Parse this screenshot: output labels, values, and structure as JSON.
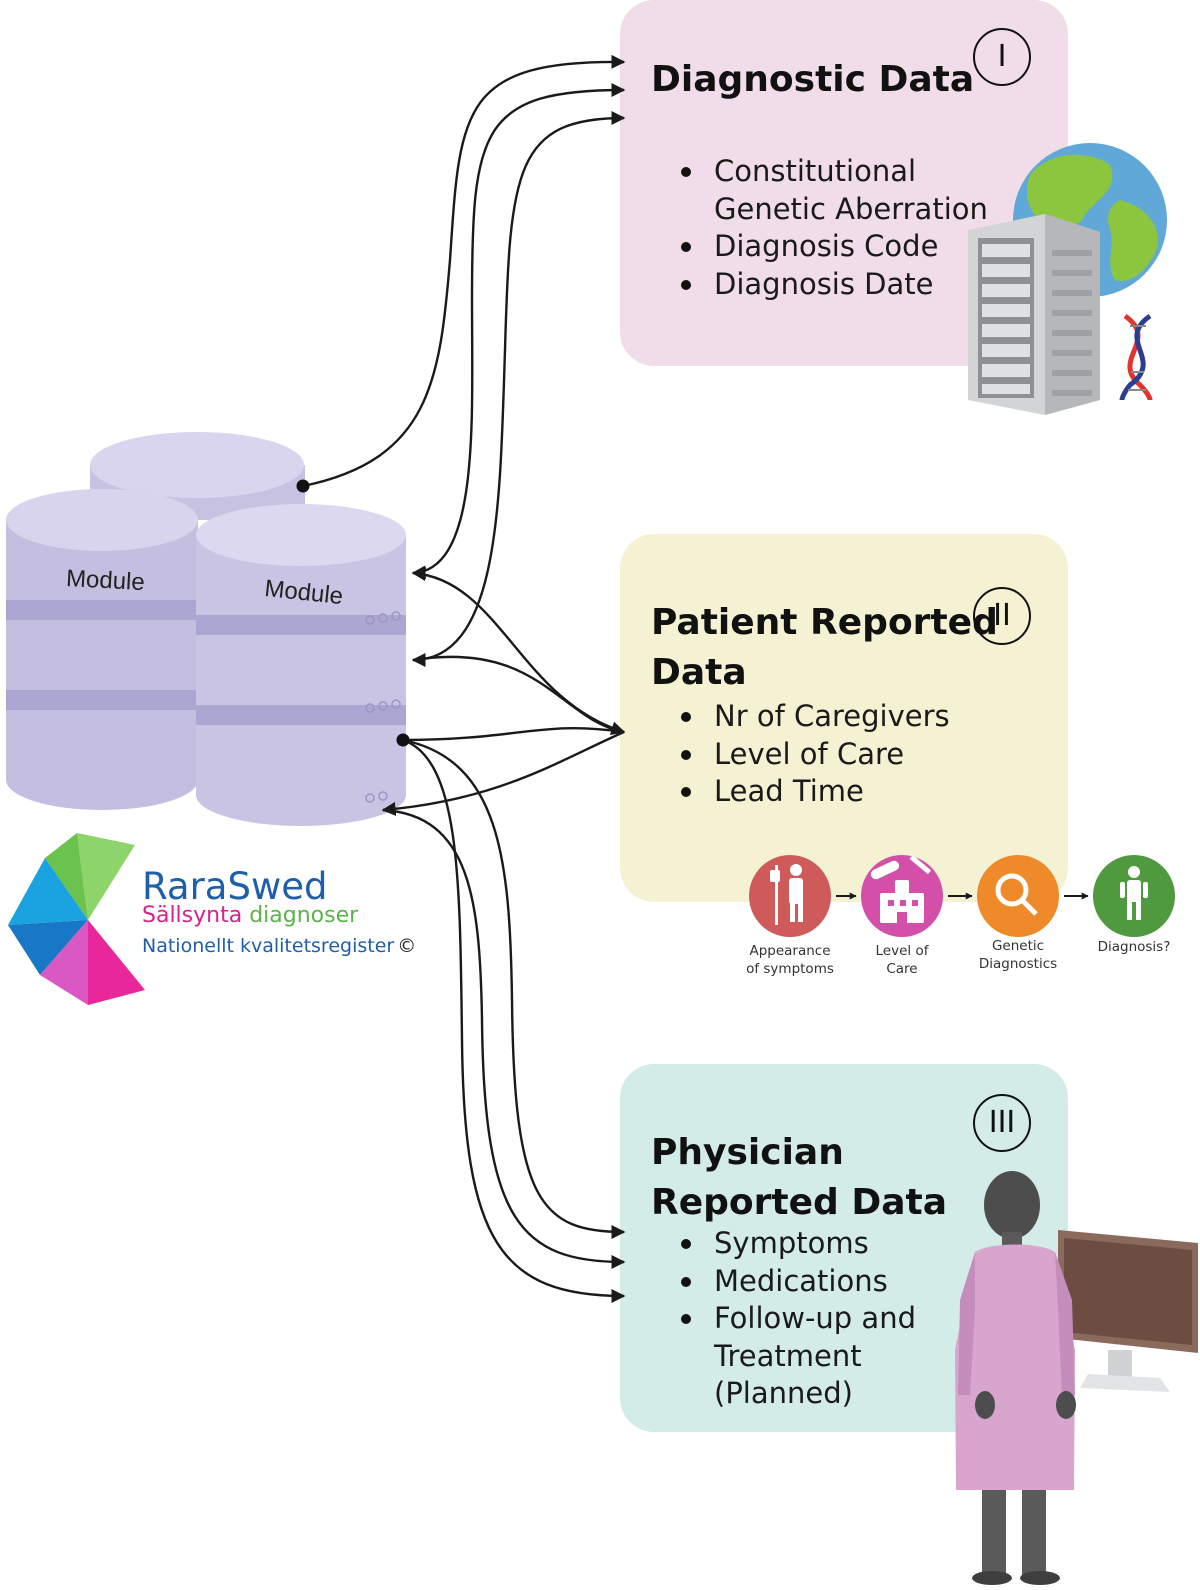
{
  "diagnostic": {
    "title": "Diagnostic Data",
    "roman": "I",
    "bullets": [
      "Constitutional Genetic Aberration",
      "Diagnosis Code",
      "Diagnosis Date"
    ]
  },
  "patient": {
    "title_lines": [
      "Patient Reported",
      "Data"
    ],
    "roman": "II",
    "bullets": [
      "Nr of Caregivers",
      "Level of Care",
      "Lead Time"
    ]
  },
  "physician": {
    "title_lines": [
      "Physician",
      "Reported Data"
    ],
    "roman": "III",
    "bullets": [
      "Symptoms",
      "Medications",
      "Follow-up and Treatment (Planned)"
    ]
  },
  "database": {
    "labels": [
      "Module",
      "Module"
    ]
  },
  "journey": {
    "steps": [
      {
        "label": "Appearance\nof symptoms",
        "color": "#cf5a5a",
        "icon": "patient-iv-icon"
      },
      {
        "label": "Level of\nCare",
        "color": "#d44fa8",
        "icon": "hospital-icon"
      },
      {
        "label": "Genetic\nDiagnostics",
        "color": "#ee8a2a",
        "icon": "magnifier-icon"
      },
      {
        "label": "Diagnosis?",
        "color": "#4f9a3e",
        "icon": "person-icon"
      }
    ]
  },
  "logo": {
    "name": "RaraSwed",
    "subtitle_part1": "Sällsynta",
    "subtitle_part2": "diagnoser",
    "tagline": "Nationellt kvalitetsregister",
    "copyright": "©"
  },
  "colors": {
    "diagnostic_bg": "#f1dde9",
    "patient_bg": "#f5f2d4",
    "physician_bg": "#d3ece7",
    "cylinder": "#c9c4e3",
    "coat": "#d8a5cf"
  }
}
